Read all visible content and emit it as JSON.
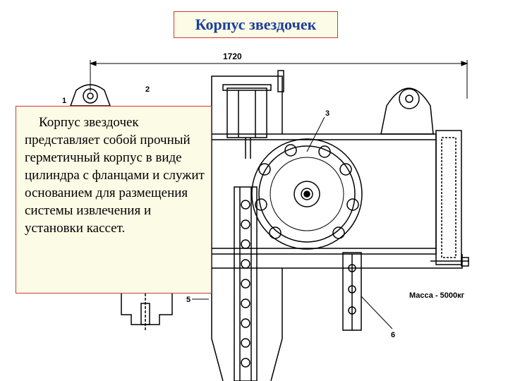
{
  "title": "Корпус звездочек",
  "description": "Корпус звездочек представляет собой прочный герметичный корпус в виде цилиндра с фланцами и служит основанием для размещения системы извлечения и установки кассет.",
  "drawing": {
    "dimension": "1720",
    "mass_label": "Масса - 5000кг",
    "callouts": [
      "1",
      "2",
      "3",
      "5",
      "6"
    ]
  }
}
